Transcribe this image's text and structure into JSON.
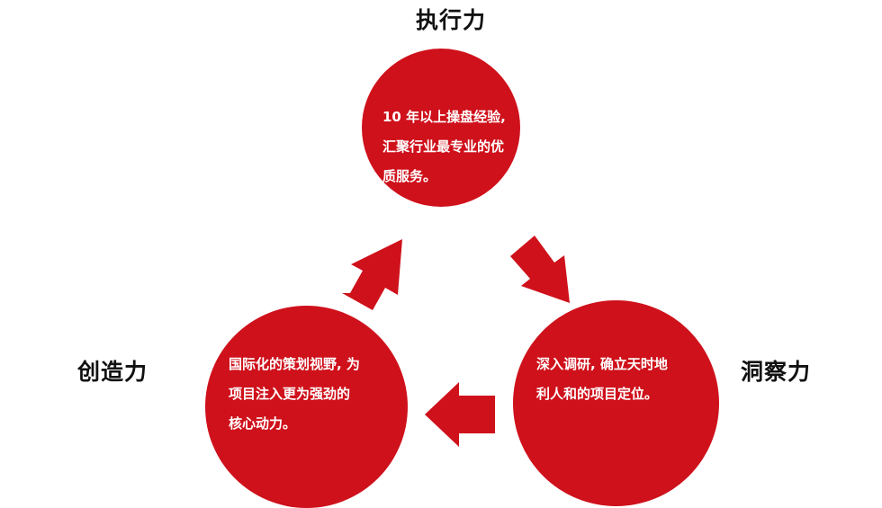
{
  "colors": {
    "accent": "#cf111b",
    "title_text": "#111111",
    "circle_text": "#ffffff"
  },
  "nodes": {
    "execution": {
      "title": "执行力",
      "lines": [
        "10 年以上操盘经验,",
        "汇聚行业最专业的优",
        "质服务。"
      ]
    },
    "insight": {
      "title": "洞察力",
      "lines": [
        "深入调研, 确立天时地",
        "利人和的项目定位。"
      ]
    },
    "creativity": {
      "title": "创造力",
      "lines": [
        "国际化的策划视野, 为",
        "项目注入更为强劲的",
        "核心动力。"
      ]
    }
  },
  "flow": [
    {
      "from": "creativity",
      "to": "execution"
    },
    {
      "from": "execution",
      "to": "insight"
    },
    {
      "from": "insight",
      "to": "creativity"
    }
  ]
}
